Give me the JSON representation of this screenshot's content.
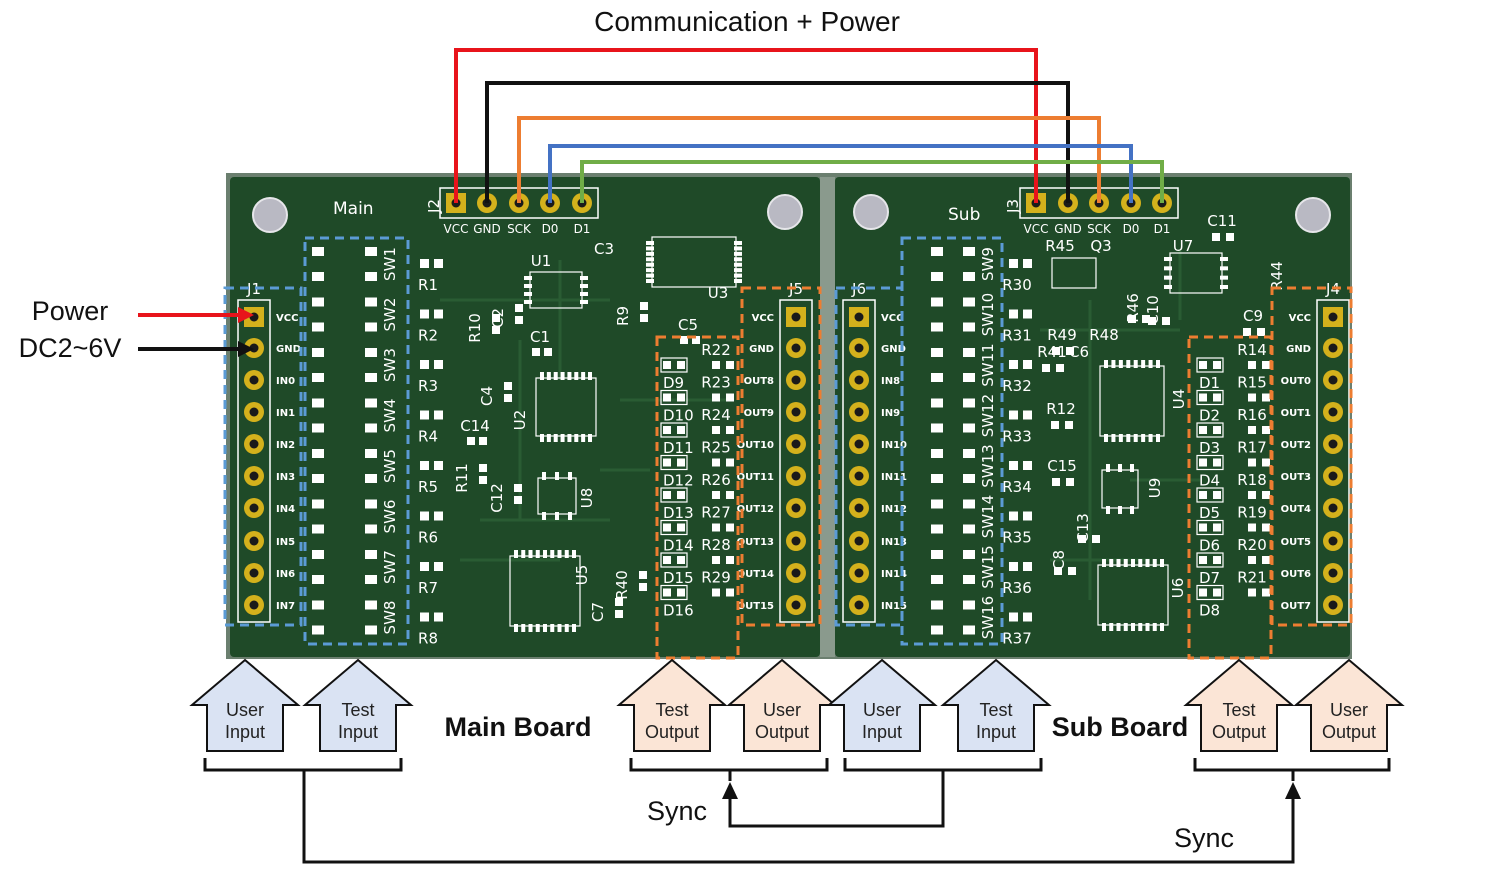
{
  "title": "Communication + Power",
  "power_label": {
    "line1": "Power",
    "line2": "DC2~6V"
  },
  "board_labels": {
    "main": "Main Board",
    "sub": "Sub Board"
  },
  "pcb": {
    "main_text": "Main",
    "sub_text": "Sub",
    "j2": {
      "name": "J2",
      "pins": [
        "VCC",
        "GND",
        "SCK",
        "D0",
        "D1"
      ]
    },
    "j3": {
      "name": "J3",
      "pins": [
        "VCC",
        "GND",
        "SCK",
        "D0",
        "D1"
      ]
    },
    "j1": {
      "name": "J1",
      "pins": [
        "VCC",
        "GND",
        "IN0",
        "IN1",
        "IN2",
        "IN3",
        "IN4",
        "IN5",
        "IN6",
        "IN7"
      ]
    },
    "j5": {
      "name": "J5",
      "pins": [
        "VCC",
        "GND",
        "OUT8",
        "OUT9",
        "OUT10",
        "OUT11",
        "OUT12",
        "OUT13",
        "OUT14",
        "OUT15"
      ]
    },
    "j6": {
      "name": "J6",
      "pins": [
        "VCC",
        "GND",
        "IN8",
        "IN9",
        "IN10",
        "IN11",
        "IN12",
        "IN13",
        "IN14",
        "IN15"
      ]
    },
    "j4": {
      "name": "J4",
      "pins": [
        "VCC",
        "GND",
        "OUT0",
        "OUT1",
        "OUT2",
        "OUT3",
        "OUT4",
        "OUT5",
        "OUT6",
        "OUT7"
      ]
    },
    "main_switches": [
      "SW1",
      "SW2",
      "SW3",
      "SW4",
      "SW5",
      "SW6",
      "SW7",
      "SW8"
    ],
    "main_resistors": [
      "R1",
      "R2",
      "R3",
      "R4",
      "R5",
      "R6",
      "R7",
      "R8"
    ],
    "sub_switches": [
      "SW9",
      "SW10",
      "SW11",
      "SW12",
      "SW13",
      "SW14",
      "SW15",
      "SW16"
    ],
    "sub_resistors": [
      "R30",
      "R31",
      "R32",
      "R33",
      "R34",
      "R35",
      "R36",
      "R37"
    ],
    "main_leds": [
      "D9",
      "D10",
      "D11",
      "D12",
      "D13",
      "D14",
      "D15",
      "D16"
    ],
    "main_led_resistors": [
      "R22",
      "R23",
      "R24",
      "R25",
      "R26",
      "R27",
      "R28",
      "R29"
    ],
    "sub_leds": [
      "D1",
      "D2",
      "D3",
      "D4",
      "D5",
      "D6",
      "D7",
      "D8"
    ],
    "sub_led_resistors": [
      "R14",
      "R15",
      "R16",
      "R17",
      "R18",
      "R19",
      "R20",
      "R21"
    ],
    "main_parts": [
      "U1",
      "C3",
      "U3",
      "R10",
      "C2",
      "R9",
      "C5",
      "C1",
      "C4",
      "U2",
      "C14",
      "R11",
      "C12",
      "U8",
      "U5",
      "C7",
      "R40"
    ],
    "sub_parts": [
      "R45",
      "Q3",
      "U7",
      "C11",
      "R44",
      "R46",
      "C10",
      "C9",
      "R49",
      "R48",
      "R41",
      "C6",
      "R12",
      "C15",
      "U4",
      "U9",
      "C13",
      "C8",
      "U6"
    ]
  },
  "arrows": [
    {
      "line1": "User",
      "line2": "Input",
      "kind": "input"
    },
    {
      "line1": "Test",
      "line2": "Input",
      "kind": "input"
    },
    {
      "line1": "Test",
      "line2": "Output",
      "kind": "output"
    },
    {
      "line1": "User",
      "line2": "Output",
      "kind": "output"
    },
    {
      "line1": "User",
      "line2": "Input",
      "kind": "input"
    },
    {
      "line1": "Test",
      "line2": "Input",
      "kind": "input"
    },
    {
      "line1": "Test",
      "line2": "Output",
      "kind": "output"
    },
    {
      "line1": "User",
      "line2": "Output",
      "kind": "output"
    }
  ],
  "sync_labels": [
    "Sync",
    "Sync"
  ],
  "colors": {
    "pcb": "#1f4a28",
    "pcb_dark": "#163a1e",
    "wire_vcc": "#e8141b",
    "wire_gnd": "#111111",
    "wire_sck": "#ed7d31",
    "wire_d0": "#4472c4",
    "wire_d1": "#70ad47",
    "input_fill": "#dae3f3",
    "output_fill": "#fbe5d6",
    "dash_blue": "#5b9bd5",
    "dash_orange": "#ed7d31",
    "pad_gold": "#d4b11c"
  }
}
